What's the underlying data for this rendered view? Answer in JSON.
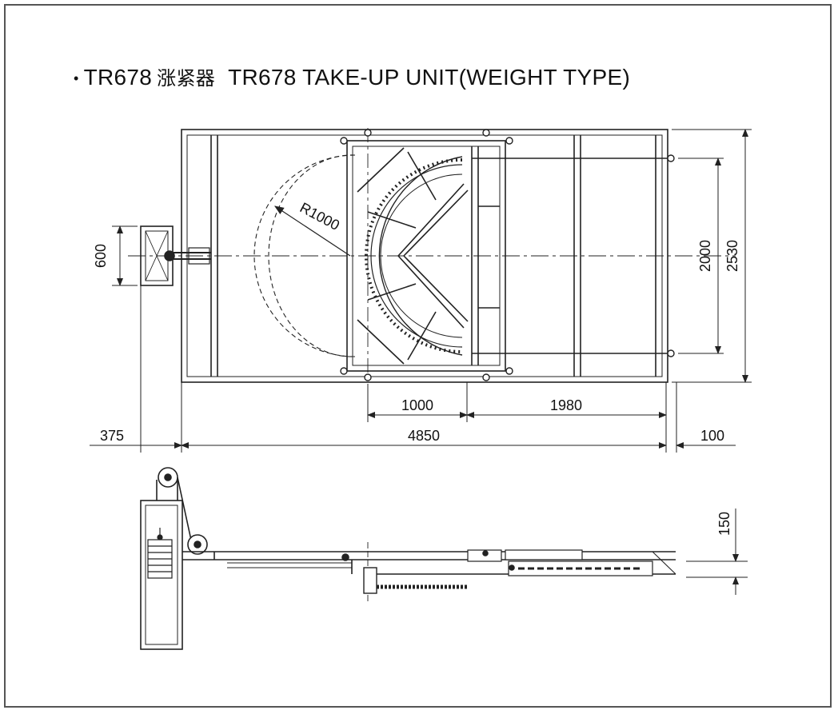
{
  "title": {
    "bullet": "•",
    "model": "TR678",
    "chinese": "涨紧器",
    "english": "TR678 TAKE-UP UNIT(WEIGHT TYPE)"
  },
  "dimensions": {
    "radius": "R1000",
    "d600": "600",
    "d2000": "2000",
    "d2530": "2530",
    "d1000": "1000",
    "d1980": "1980",
    "d375": "375",
    "d4850": "4850",
    "d100": "100",
    "d150": "150"
  },
  "colors": {
    "line": "#222222",
    "frame": "#555555"
  }
}
